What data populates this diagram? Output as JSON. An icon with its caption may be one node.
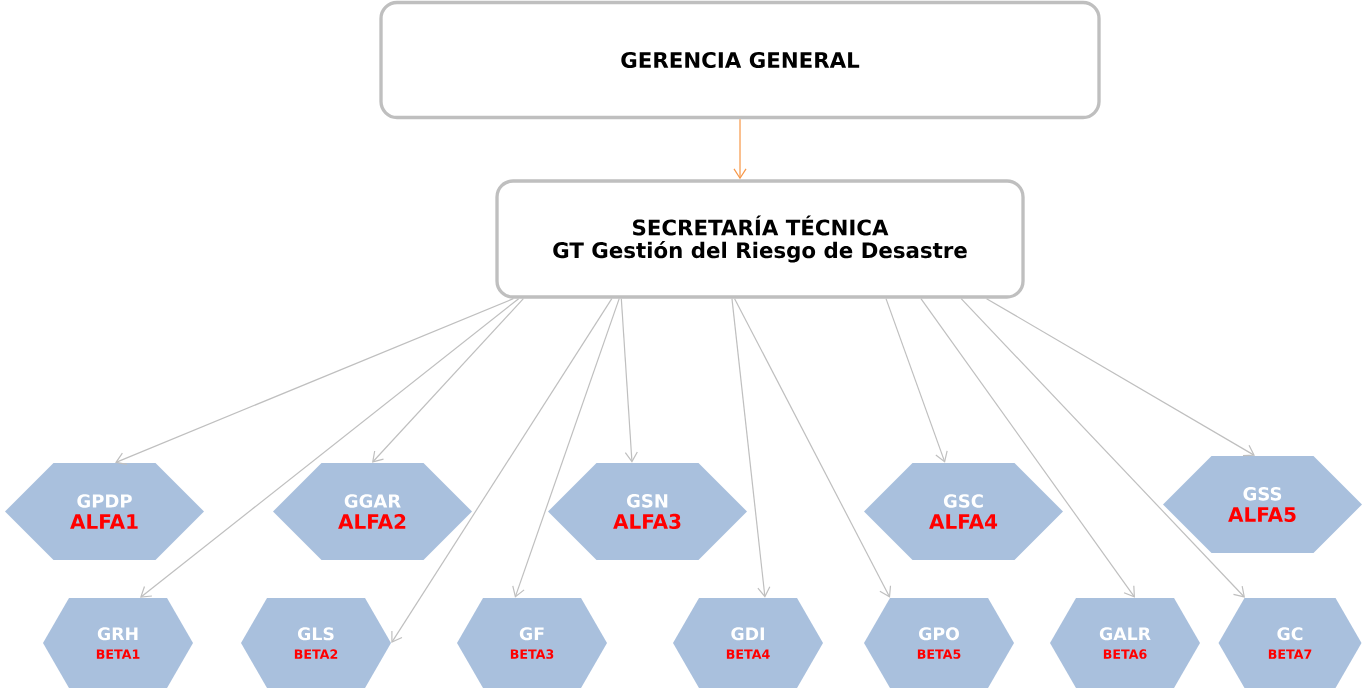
{
  "diagram": {
    "nodes": [
      {
        "text": [
          "GERENCIA GENERAL"
        ]
      },
      {
        "text": [
          "SECRETARÍA TÉCNICA",
          "GT Gestión del Riesgo de Desastre"
        ]
      },
      {
        "text": [
          "GPDP",
          "ALFA1"
        ]
      },
      {
        "text": [
          "GGAR",
          "ALFA2"
        ]
      },
      {
        "text": [
          "GSN",
          "ALFA3"
        ]
      },
      {
        "text": [
          "GSC",
          "ALFA4"
        ]
      },
      {
        "text": [
          "GSS",
          "ALFA5"
        ]
      },
      {
        "text": [
          "GRH",
          "BETA1"
        ]
      },
      {
        "text": [
          "GLS",
          "BETA2"
        ]
      },
      {
        "text": [
          "GF",
          "BETA3"
        ]
      },
      {
        "text": [
          "GDI",
          "BETA4"
        ]
      },
      {
        "text": [
          "GPO",
          "BETA5"
        ]
      },
      {
        "text": [
          "GALR",
          "BETA6"
        ]
      },
      {
        "text": [
          "GC",
          "BETA7"
        ]
      }
    ],
    "edges": [
      {
        "from": 0,
        "to": 1,
        "arrow": "to",
        "color": "#f79646"
      },
      {
        "from": 1,
        "to": 2,
        "arrow": "to"
      },
      {
        "from": 1,
        "to": 7,
        "arrow": "to"
      },
      {
        "from": 1,
        "to": 3,
        "arrow": "to"
      },
      {
        "from": 1,
        "to": 8,
        "arrow": "to"
      },
      {
        "from": 1,
        "to": 9,
        "arrow": "to"
      },
      {
        "from": 1,
        "to": 4,
        "arrow": "to"
      },
      {
        "from": 1,
        "to": 10,
        "arrow": "to"
      },
      {
        "from": 1,
        "to": 11,
        "arrow": "to"
      },
      {
        "from": 1,
        "to": 5,
        "arrow": "to"
      },
      {
        "from": 1,
        "to": 12,
        "arrow": "to"
      },
      {
        "from": 1,
        "to": 13,
        "arrow": "to"
      },
      {
        "from": 1,
        "to": 6,
        "arrow": "to"
      }
    ]
  }
}
